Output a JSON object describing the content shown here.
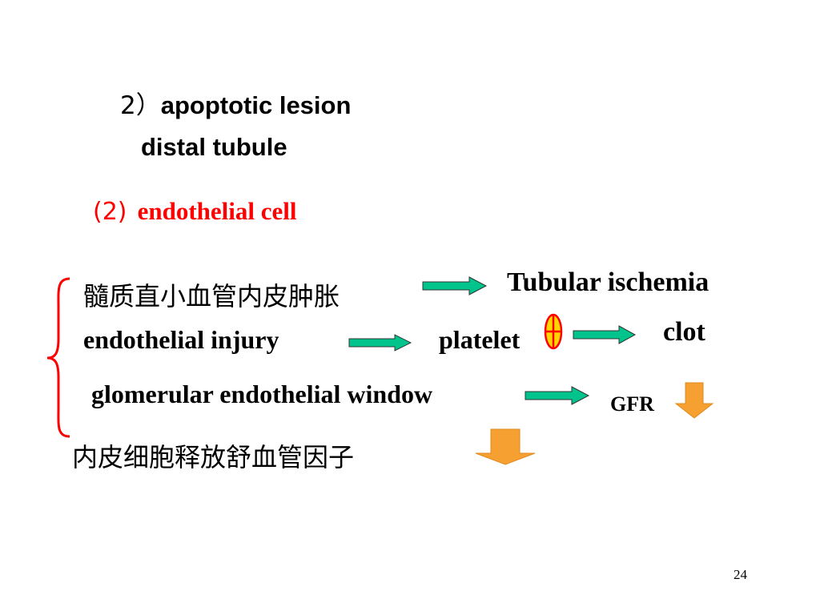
{
  "slide": {
    "heading_1_num": "2）",
    "heading_1_text": "apoptotic lesion",
    "heading_2": "distal tubule",
    "section_num": "(2)",
    "section_title": "endothelial cell",
    "row1_left": "髓质直小血管内皮肿胀",
    "row1_right": "Tubular ischemia",
    "row2_left": "endothelial injury",
    "row2_mid": "platelet",
    "row2_right": "clot",
    "row3_left": "glomerular endothelial window",
    "row3_right": "GFR",
    "row4_left": "内皮细胞释放舒血管因子",
    "page_number": "24"
  },
  "colors": {
    "accent_red": "#ff0000",
    "arrow_green": "#00c48c",
    "arrow_orange": "#f5a030",
    "plus_yellow": "#ffd700"
  },
  "icons": {
    "right_arrow": "green-right-arrow-icon",
    "down_arrow": "orange-down-arrow-icon",
    "increase_sign": "circled-plus-icon",
    "brace": "left-curly-brace-icon"
  }
}
